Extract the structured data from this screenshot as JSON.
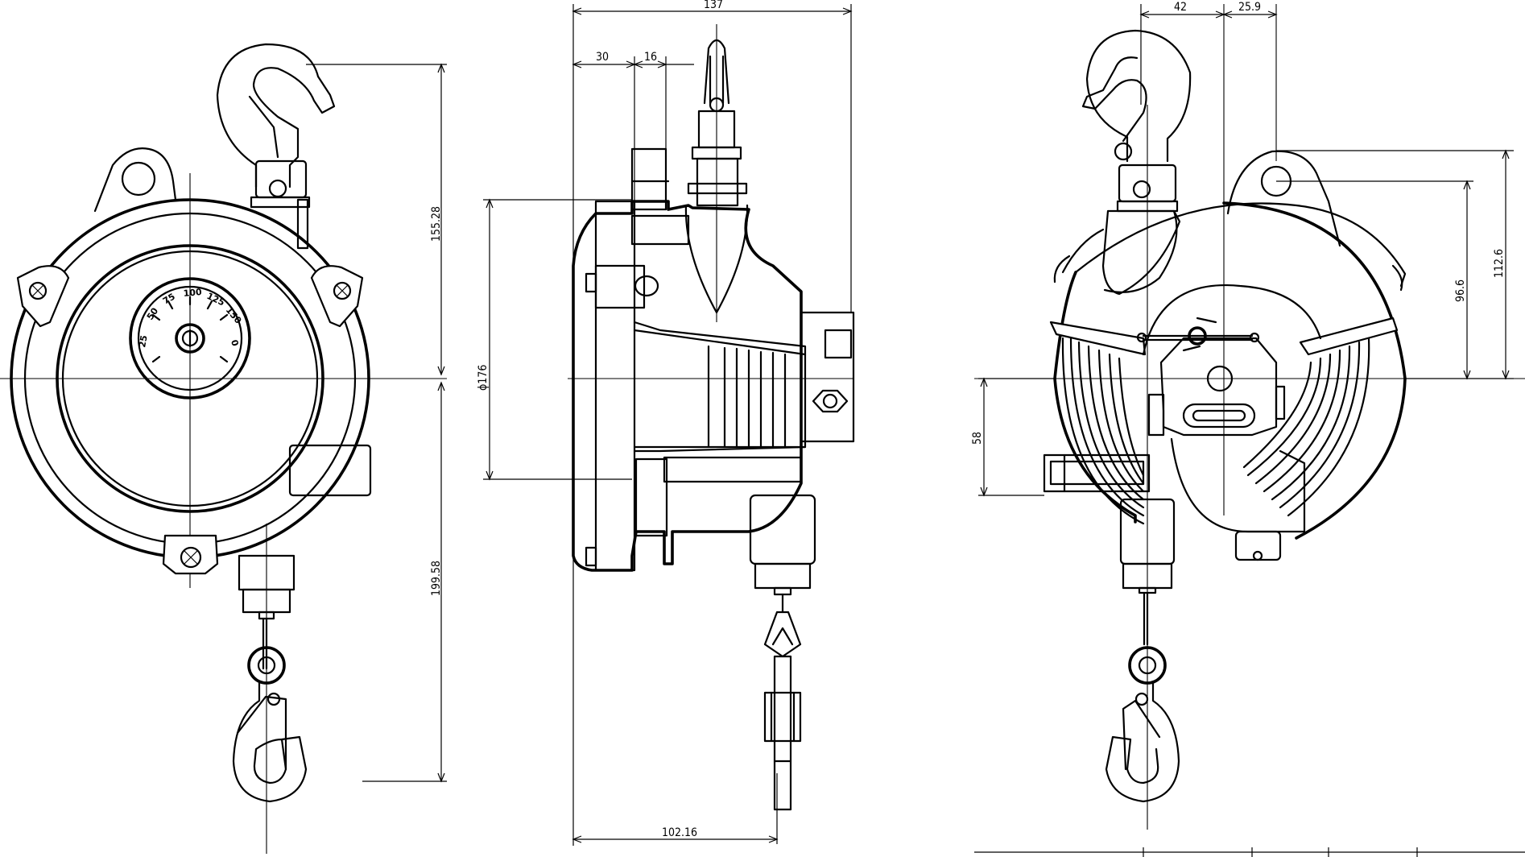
{
  "front_view": {
    "scale_labels": [
      "25",
      "50",
      "75",
      "100",
      "125",
      "150"
    ]
  },
  "side_view": {
    "dims": {
      "overall_width": "137",
      "offset_a": "30",
      "offset_b": "16",
      "diameter": "ϕ176",
      "base_width": "102.16"
    }
  },
  "rear_view": {
    "dims": {
      "top_left": "42",
      "top_right": "25.9",
      "mid_height": "96.6",
      "total_height": "112.6",
      "lower_height": "58"
    }
  },
  "front_dims": {
    "upper_height": "155.28",
    "lower_height": "199.58"
  },
  "colors": {
    "line": "#000000",
    "background": "#ffffff"
  }
}
